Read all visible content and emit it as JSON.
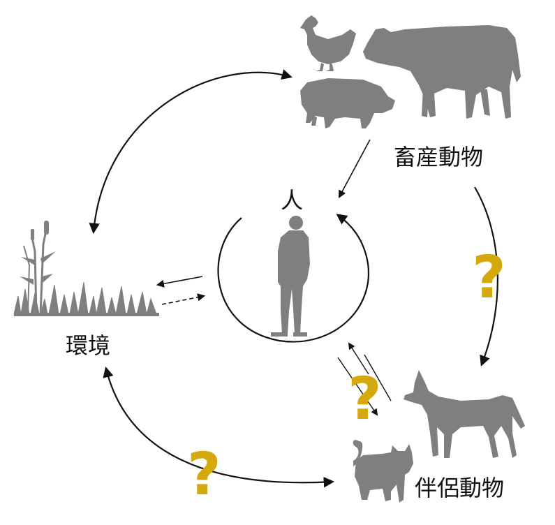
{
  "labels": {
    "livestock": "畜産動物",
    "human": "人",
    "environment": "環境",
    "companion": "伴侶動物"
  },
  "unknown_mark": "?",
  "colors": {
    "silhouette": "#7f7f7f",
    "question": "#d4a90e",
    "arrow": "#111111",
    "text": "#111111"
  },
  "icons": [
    "chicken-icon",
    "cow-icon",
    "pig-icon",
    "human-icon",
    "grass-icon",
    "dog-icon",
    "cat-icon"
  ]
}
